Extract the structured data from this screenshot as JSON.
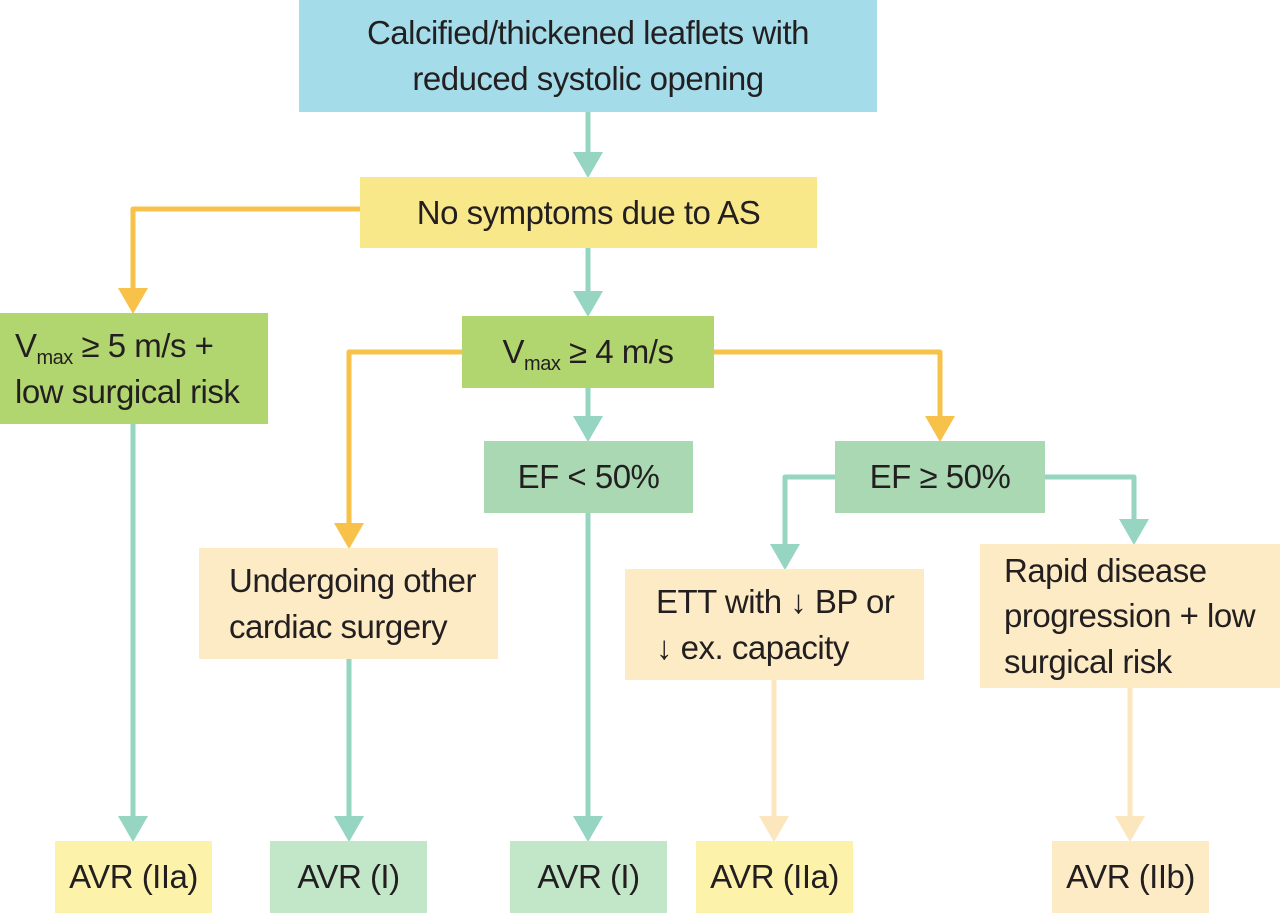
{
  "colors": {
    "arrow_teal": "#95d5c2",
    "arrow_orange": "#f7c14a",
    "arrow_cream": "#fbe6be"
  },
  "nodes": {
    "top": {
      "line1": "Calcified/thickened leaflets with",
      "line2": "reduced systolic opening"
    },
    "no_symptoms": {
      "label": "No symptoms due to AS"
    },
    "vmax5": {
      "v": "V",
      "sub": "max",
      "rest": "≥ 5 m/s +",
      "line2": "low surgical risk"
    },
    "vmax4": {
      "v": "V",
      "sub": "max",
      "rest": "≥ 4 m/s"
    },
    "ef_low": {
      "label": "EF < 50%"
    },
    "ef_high": {
      "label": "EF ≥ 50%"
    },
    "other_surgery": {
      "line1": "Undergoing other",
      "line2": "cardiac surgery"
    },
    "ett": {
      "line1": "ETT with ↓ BP or",
      "line2": "↓ ex. capacity"
    },
    "rapid": {
      "line1": "Rapid disease",
      "line2": "progression + low",
      "line3": "surgical risk"
    }
  },
  "outcomes": [
    "AVR (IIa)",
    "AVR (I)",
    "AVR (I)",
    "AVR (IIa)",
    "AVR (IIb)"
  ]
}
